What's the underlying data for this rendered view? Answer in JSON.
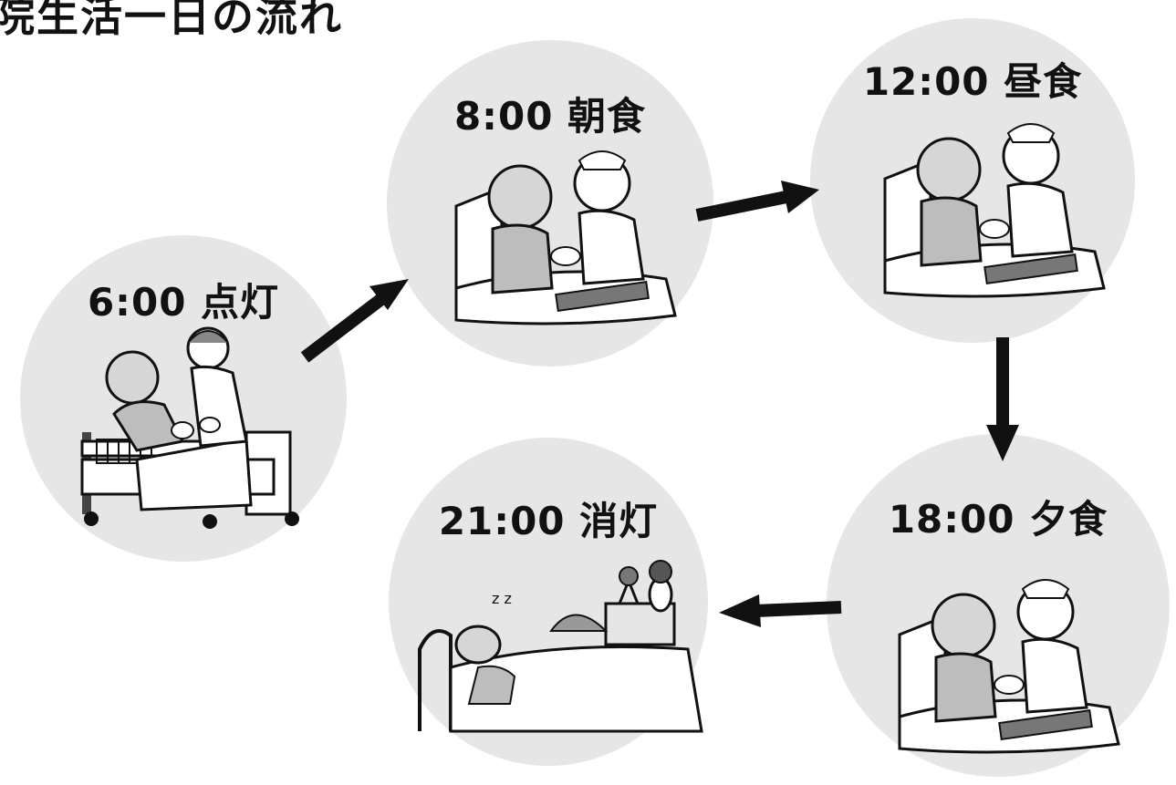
{
  "title": "院生活一日の流れ",
  "steps": [
    {
      "time": "6:00",
      "label": "点灯",
      "text": "6:00 点灯",
      "illustration": "patient-sitting-in-bed-with-caregiver"
    },
    {
      "time": "8:00",
      "label": "朝食",
      "text": "8:00 朝食",
      "illustration": "nurse-feeding-patient-in-bed"
    },
    {
      "time": "12:00",
      "label": "昼食",
      "text": "12:00 昼食",
      "illustration": "nurse-feeding-patient-in-bed"
    },
    {
      "time": "18:00",
      "label": "夕食",
      "text": "18:00 夕食",
      "illustration": "nurse-feeding-patient-in-bed"
    },
    {
      "time": "21:00",
      "label": "消灯",
      "text": "21:00 消灯",
      "illustration": "patient-sleeping-in-bed"
    }
  ],
  "colors": {
    "circle": "#e6e6e6",
    "arrow": "#111111",
    "text": "#111111"
  }
}
